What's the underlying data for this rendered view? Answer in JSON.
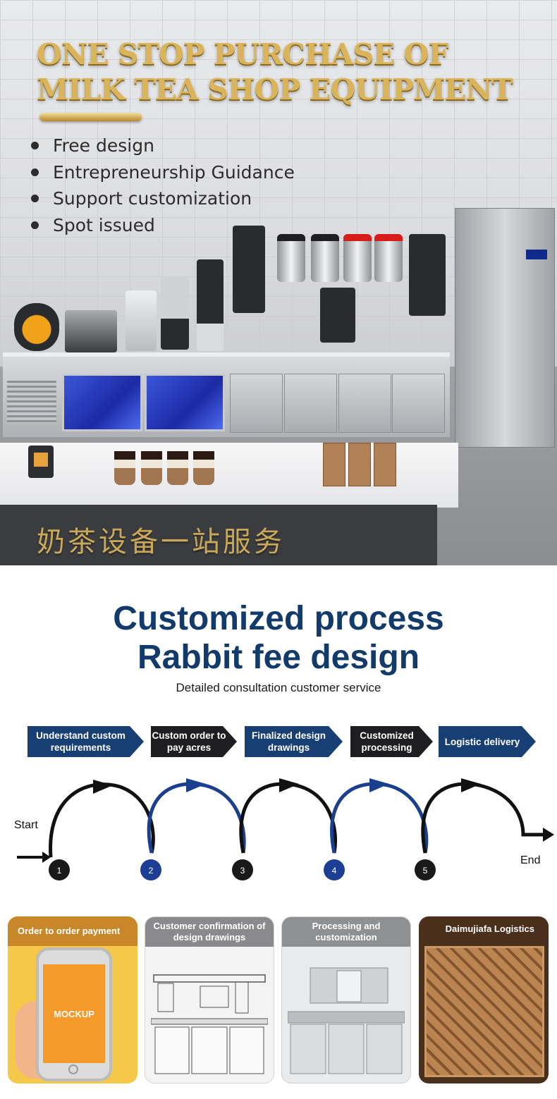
{
  "hero": {
    "title": "ONE STOP PURCHASE OF MILK TEA SHOP EQUIPMENT",
    "features": [
      "Free design",
      "Entrepreneurship Guidance",
      "Support customization",
      "Spot issued"
    ],
    "counter_sign": "奶茶设备一站服务",
    "colors": {
      "gold": "#d9b45a",
      "fridge_light": "#2b45d0"
    }
  },
  "process": {
    "title_line1": "Customized process",
    "title_line2": "Rabbit fee design",
    "subtitle": "Detailed consultation customer service",
    "steps": [
      {
        "label": "Understand custom requirements",
        "color": "#173f74"
      },
      {
        "label": "Custom order to pay acres",
        "color": "#1e1e20"
      },
      {
        "label": "Finalized design drawings",
        "color": "#173f74"
      },
      {
        "label": "Customized processing",
        "color": "#1e1e20"
      },
      {
        "label": "Logistic delivery",
        "color": "#173f74"
      }
    ],
    "flow": {
      "start_label": "Start",
      "end_label": "End",
      "nodes": [
        "1",
        "2",
        "3",
        "4",
        "5"
      ]
    }
  },
  "cards": [
    {
      "title": "Order to order payment",
      "screen_text": "MOCKUP"
    },
    {
      "title": "Customer confirmation of design drawings"
    },
    {
      "title": "Processing and customization"
    },
    {
      "title": "Daimujiafa Logistics"
    }
  ]
}
